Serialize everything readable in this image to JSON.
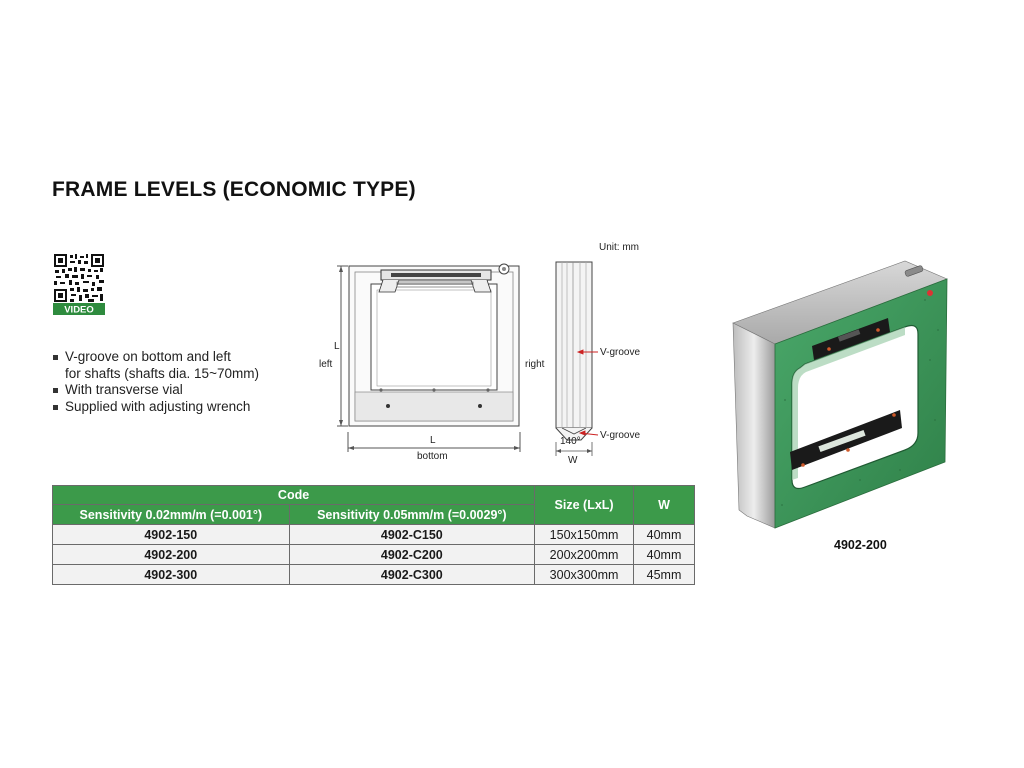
{
  "title": "FRAME LEVELS (ECONOMIC TYPE)",
  "qr": {
    "badge_text": "VIDEO"
  },
  "features": [
    "V-groove on bottom and left",
    "for shafts (shafts dia. 15~70mm)",
    "With transverse vial",
    "Supplied with adjusting wrench"
  ],
  "diagram": {
    "unit": "Unit: mm",
    "dim_vertical": "L",
    "left": "left",
    "right": "right",
    "dim_horizontal": "L",
    "bottom": "bottom",
    "vgroove_side": "V-groove",
    "vgroove_bottom": "V-groove",
    "angle": "140°",
    "width_label": "W"
  },
  "table": {
    "header_code": "Code",
    "header_sens1": "Sensitivity 0.02mm/m (=0.001°)",
    "header_sens2": "Sensitivity 0.05mm/m (=0.0029°)",
    "header_size": "Size (LxL)",
    "header_w": "W",
    "rows": [
      {
        "code1": "4902-150",
        "code2": "4902-C150",
        "size": "150x150mm",
        "w": "40mm"
      },
      {
        "code1": "4902-200",
        "code2": "4902-C200",
        "size": "200x200mm",
        "w": "40mm"
      },
      {
        "code1": "4902-300",
        "code2": "4902-C300",
        "size": "300x300mm",
        "w": "45mm"
      }
    ]
  },
  "product": {
    "caption": "4902-200"
  },
  "colors": {
    "header_green": "#3c9a4a",
    "body_green": "#3f9a5a",
    "row_bg": "#f2f2f2"
  }
}
